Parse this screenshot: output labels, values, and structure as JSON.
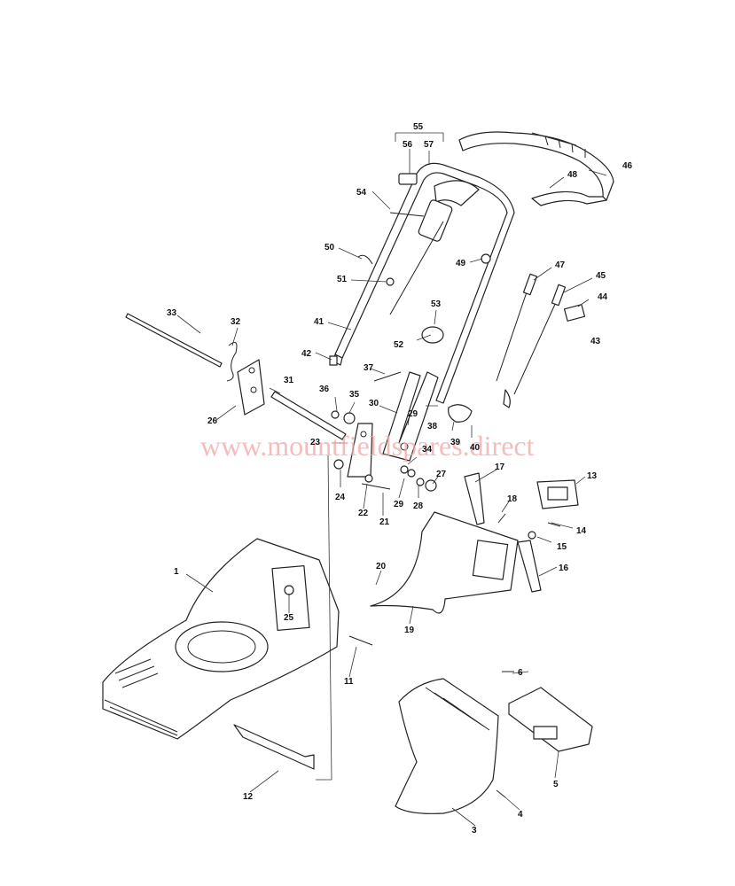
{
  "watermark": "www.mountfieldspares.direct",
  "labels": [
    {
      "id": "1",
      "text": "1"
    },
    {
      "id": "3",
      "text": "3"
    },
    {
      "id": "4",
      "text": "4"
    },
    {
      "id": "5",
      "text": "5"
    },
    {
      "id": "6",
      "text": "6"
    },
    {
      "id": "11",
      "text": "11"
    },
    {
      "id": "12",
      "text": "12"
    },
    {
      "id": "13",
      "text": "13"
    },
    {
      "id": "14",
      "text": "14"
    },
    {
      "id": "15",
      "text": "15"
    },
    {
      "id": "16",
      "text": "16"
    },
    {
      "id": "17",
      "text": "17"
    },
    {
      "id": "18",
      "text": "18"
    },
    {
      "id": "19",
      "text": "19"
    },
    {
      "id": "20",
      "text": "20"
    },
    {
      "id": "21",
      "text": "21"
    },
    {
      "id": "22",
      "text": "22"
    },
    {
      "id": "23",
      "text": "23"
    },
    {
      "id": "24",
      "text": "24"
    },
    {
      "id": "25",
      "text": "25"
    },
    {
      "id": "26",
      "text": "26"
    },
    {
      "id": "27",
      "text": "27"
    },
    {
      "id": "28",
      "text": "28"
    },
    {
      "id": "29a",
      "text": "29"
    },
    {
      "id": "29b",
      "text": "29"
    },
    {
      "id": "30",
      "text": "30"
    },
    {
      "id": "31",
      "text": "31"
    },
    {
      "id": "32",
      "text": "32"
    },
    {
      "id": "33",
      "text": "33"
    },
    {
      "id": "34",
      "text": "34"
    },
    {
      "id": "35",
      "text": "35"
    },
    {
      "id": "36",
      "text": "36"
    },
    {
      "id": "37",
      "text": "37"
    },
    {
      "id": "38",
      "text": "38"
    },
    {
      "id": "39",
      "text": "39"
    },
    {
      "id": "40",
      "text": "40"
    },
    {
      "id": "41",
      "text": "41"
    },
    {
      "id": "42",
      "text": "42"
    },
    {
      "id": "43",
      "text": "43"
    },
    {
      "id": "44",
      "text": "44"
    },
    {
      "id": "45",
      "text": "45"
    },
    {
      "id": "46",
      "text": "46"
    },
    {
      "id": "47",
      "text": "47"
    },
    {
      "id": "48",
      "text": "48"
    },
    {
      "id": "49",
      "text": "49"
    },
    {
      "id": "50",
      "text": "50"
    },
    {
      "id": "51",
      "text": "51"
    },
    {
      "id": "52",
      "text": "52"
    },
    {
      "id": "53",
      "text": "53"
    },
    {
      "id": "54",
      "text": "54"
    },
    {
      "id": "55",
      "text": "55"
    },
    {
      "id": "56",
      "text": "56"
    },
    {
      "id": "57",
      "text": "57"
    }
  ]
}
